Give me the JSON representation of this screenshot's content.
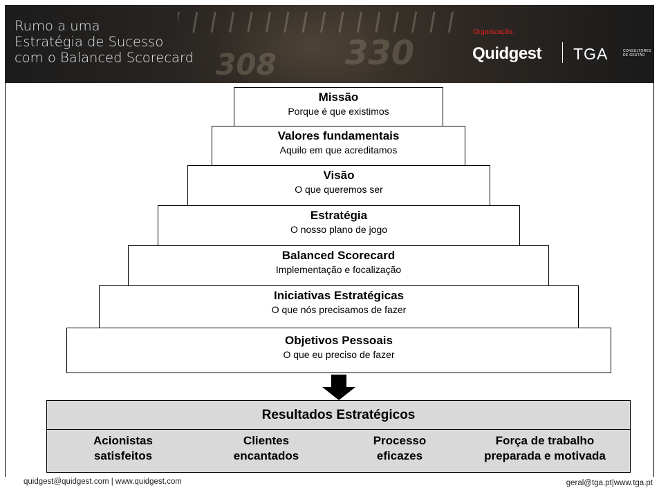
{
  "header": {
    "title_lines": [
      "Rumo a uma",
      "Estratégia de Sucesso",
      "com o Balanced Scorecard"
    ],
    "org_label": "Organização:",
    "logo_quidgest": "Quidgest",
    "logo_tga": "TGA",
    "logo_tga_sub": [
      "CONSULTORES",
      "DE GESTÃO"
    ],
    "gauge_numbers": [
      "308",
      "330"
    ]
  },
  "pyramid": [
    {
      "title": "Missão",
      "subtitle": "Porque é que existimos"
    },
    {
      "title": "Valores fundamentais",
      "subtitle": "Aquilo em que acreditamos"
    },
    {
      "title": "Visão",
      "subtitle": "O que queremos ser"
    },
    {
      "title": "Estratégia",
      "subtitle": "O nosso plano de jogo"
    },
    {
      "title": "Balanced Scorecard",
      "subtitle": "Implementação e focalização"
    },
    {
      "title": "Iniciativas Estratégicas",
      "subtitle": "O que nós precisamos de fazer"
    },
    {
      "title": "Objetivos Pessoais",
      "subtitle": "O que eu preciso de fazer"
    }
  ],
  "results": {
    "title": "Resultados Estratégicos",
    "items": [
      [
        "Acionistas",
        "satisfeitos"
      ],
      [
        "Clientes",
        "encantados"
      ],
      [
        "Processo",
        "eficazes"
      ],
      [
        "Força de trabalho",
        "preparada e motivada"
      ]
    ]
  },
  "footer": {
    "left": "quidgest@quidgest.com | www.quidgest.com",
    "right": "geral@tga.pt|www.tga.pt"
  },
  "colors": {
    "header_bg": "#2a2623",
    "org_label": "#e2231a",
    "results_bg": "#d9d9d9"
  }
}
